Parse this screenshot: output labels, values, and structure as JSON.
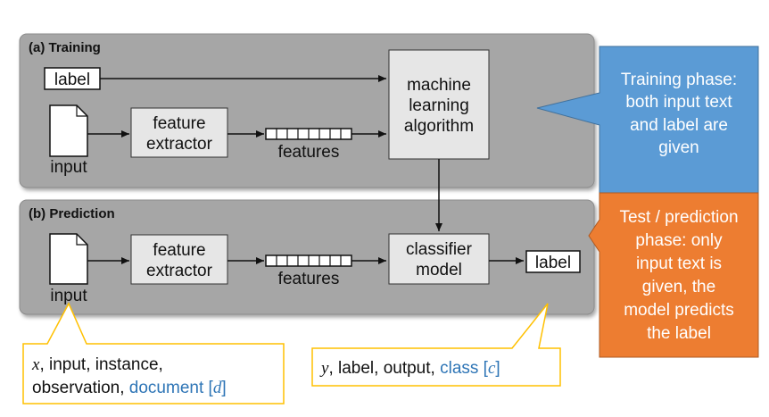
{
  "training": {
    "title": "(a) Training",
    "label_box": "label",
    "input_label": "input",
    "extractor_line1": "feature",
    "extractor_line2": "extractor",
    "features_label": "features",
    "algo_line1": "machine",
    "algo_line2": "learning",
    "algo_line3": "algorithm"
  },
  "prediction": {
    "title": "(b) Prediction",
    "input_label": "input",
    "extractor_line1": "feature",
    "extractor_line2": "extractor",
    "features_label": "features",
    "model_line1": "classifier",
    "model_line2": "model",
    "output_label": "label"
  },
  "callouts": {
    "training": {
      "lines": [
        "Training phase:",
        "both input text",
        "and label are",
        "given"
      ],
      "color": "#5b9bd5"
    },
    "prediction": {
      "lines": [
        "Test / prediction",
        "phase: only",
        "input text is",
        "given, the",
        "model predicts",
        "the label"
      ],
      "color": "#ed7d31"
    }
  },
  "notes": {
    "input": {
      "var": "x",
      "line1_rest": ", input, instance,",
      "line2_plain": "observation, ",
      "line2_blue": "document ",
      "line2_bracket_open": "[",
      "line2_var": "d",
      "line2_bracket_close": "]"
    },
    "label": {
      "var": "y",
      "rest_plain": ", label, output, ",
      "rest_blue": "class ",
      "bracket_open": "[",
      "bracket_var": "c",
      "bracket_close": "]"
    },
    "border_color": "#ffc000",
    "blue": "#2e75b6"
  }
}
